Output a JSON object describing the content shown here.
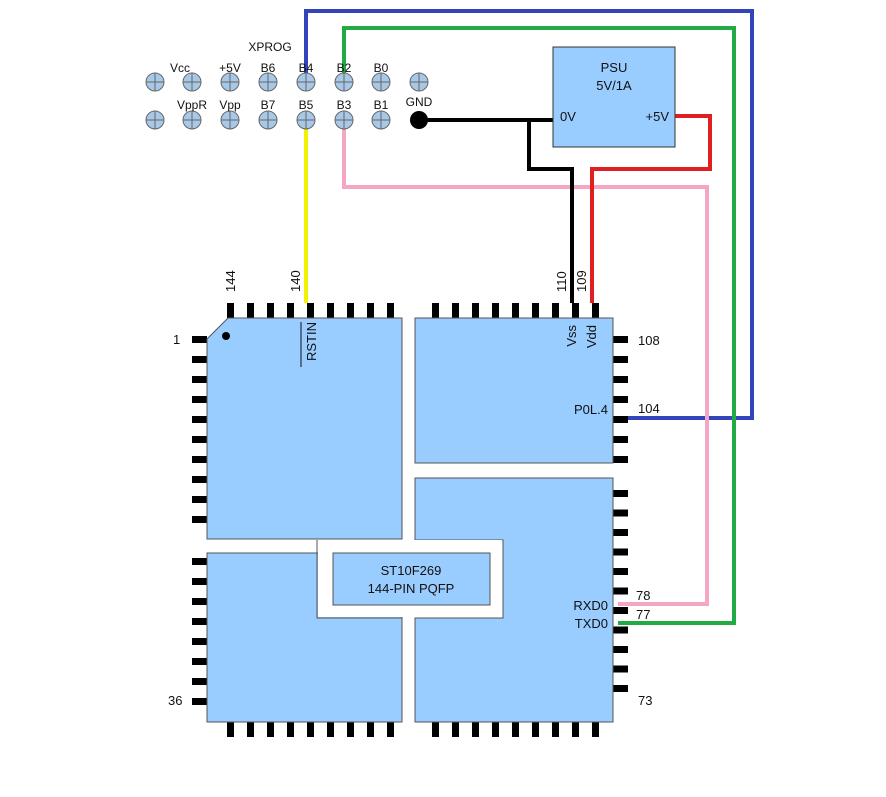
{
  "header": {
    "labels": [
      "XPROG",
      "Vcc",
      "+5V",
      "B6",
      "B4",
      "B2",
      "B0",
      "VppR",
      "Vpp",
      "B7",
      "B5",
      "B3",
      "B1",
      "GND"
    ]
  },
  "psu": {
    "title": "PSU",
    "rating": "5V/1A",
    "zero_label": "0V",
    "plus_label": "+5V"
  },
  "chip": {
    "name": "ST10F269",
    "package": "144-PIN PQFP",
    "signals": [
      "RSTIN",
      "Vss",
      "Vdd",
      "P0L.4",
      "RXD0",
      "TXD0"
    ],
    "pin_numbers": [
      "144",
      "140",
      "110",
      "109",
      "1",
      "108",
      "104",
      "78",
      "77",
      "36",
      "73"
    ]
  },
  "colors": {
    "chip_fill": "#99ccff",
    "connector_fill": "#a8c8e8",
    "wire_b4_p0l4": "#3344bb",
    "wire_b2_txd0": "#22aa44",
    "wire_b3_rxd0": "#f4a6c4",
    "wire_b5_rstin": "#f2f200",
    "wire_gnd_vss": "#000000",
    "wire_5v_vdd": "#e02020"
  }
}
